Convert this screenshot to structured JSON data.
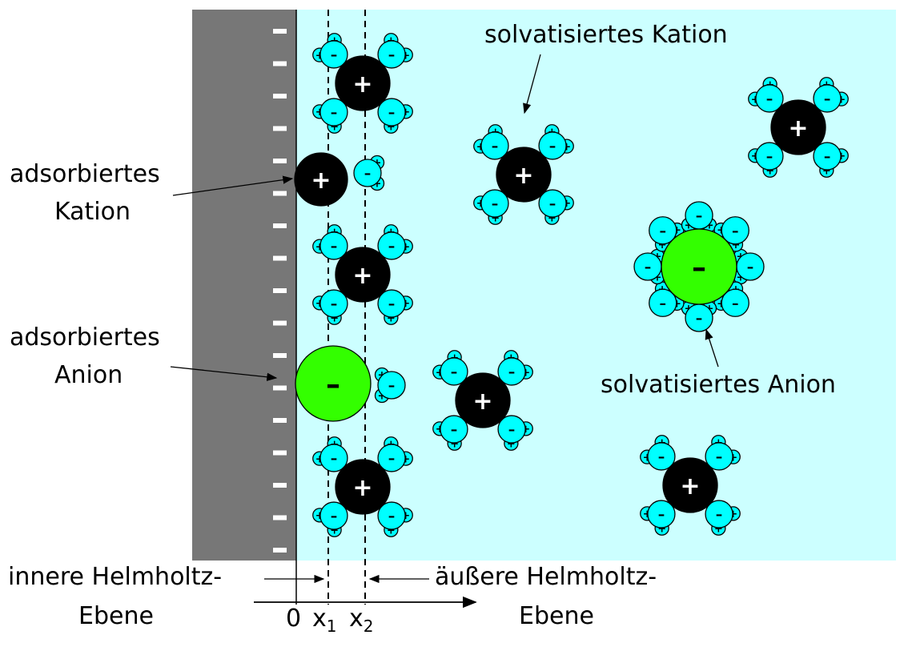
{
  "labels": {
    "adsorbed_cation": [
      "adsorbiertes",
      "Kation"
    ],
    "adsorbed_anion": [
      "adsorbiertes",
      "Anion"
    ],
    "solvated_cation": "solvatisiertes Kation",
    "solvated_anion": "solvatisiertes Anion",
    "inner_helmholtz": [
      "innere Helmholtz-",
      "Ebene"
    ],
    "outer_helmholtz": [
      "äußere Helmholtz-",
      "Ebene"
    ]
  },
  "axis": {
    "origin": "0",
    "x1_main": "x",
    "x1_sub": "1",
    "x2_main": "x",
    "x2_sub": "2"
  },
  "symbols": {
    "plus": "+",
    "minus": "–"
  },
  "colors": {
    "electrode": "#777777",
    "solution": "#ccffff",
    "water": "#00ffff",
    "cation": "#000000",
    "anion": "#33ff00"
  }
}
